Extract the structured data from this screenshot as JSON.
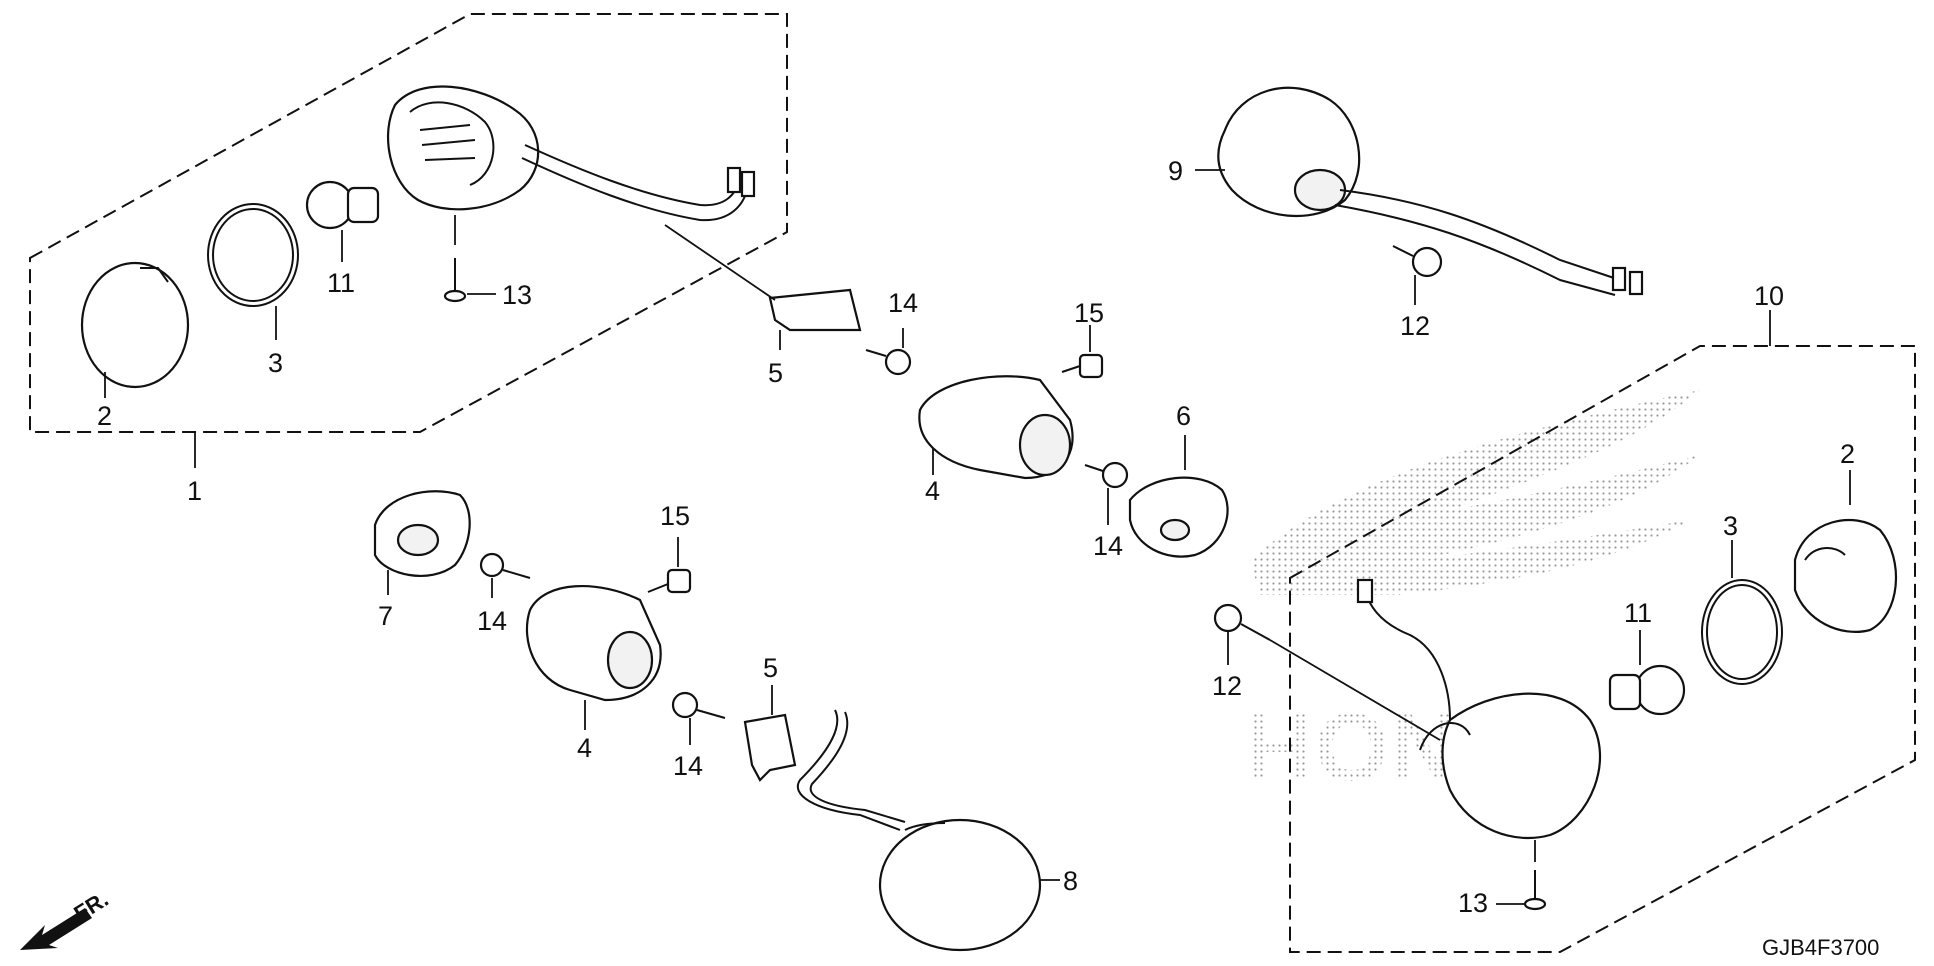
{
  "diagram": {
    "drawing_code": "GJB4F3700",
    "front_indicator": "FR.",
    "watermark": "HONDA",
    "callouts": {
      "c1": "1",
      "c2a": "2",
      "c3a": "3",
      "c11a": "11",
      "c13a": "13",
      "c5a": "5",
      "c14a": "14",
      "c15a": "15",
      "c4a": "4",
      "c14b": "14",
      "c6": "6",
      "c9": "9",
      "c12a": "12",
      "c10": "10",
      "c7": "7",
      "c14c": "14",
      "c15b": "15",
      "c4b": "4",
      "c5b": "5",
      "c14d": "14",
      "c8": "8",
      "c2b": "2",
      "c3b": "3",
      "c11b": "11",
      "c12b": "12",
      "c13b": "13"
    }
  }
}
